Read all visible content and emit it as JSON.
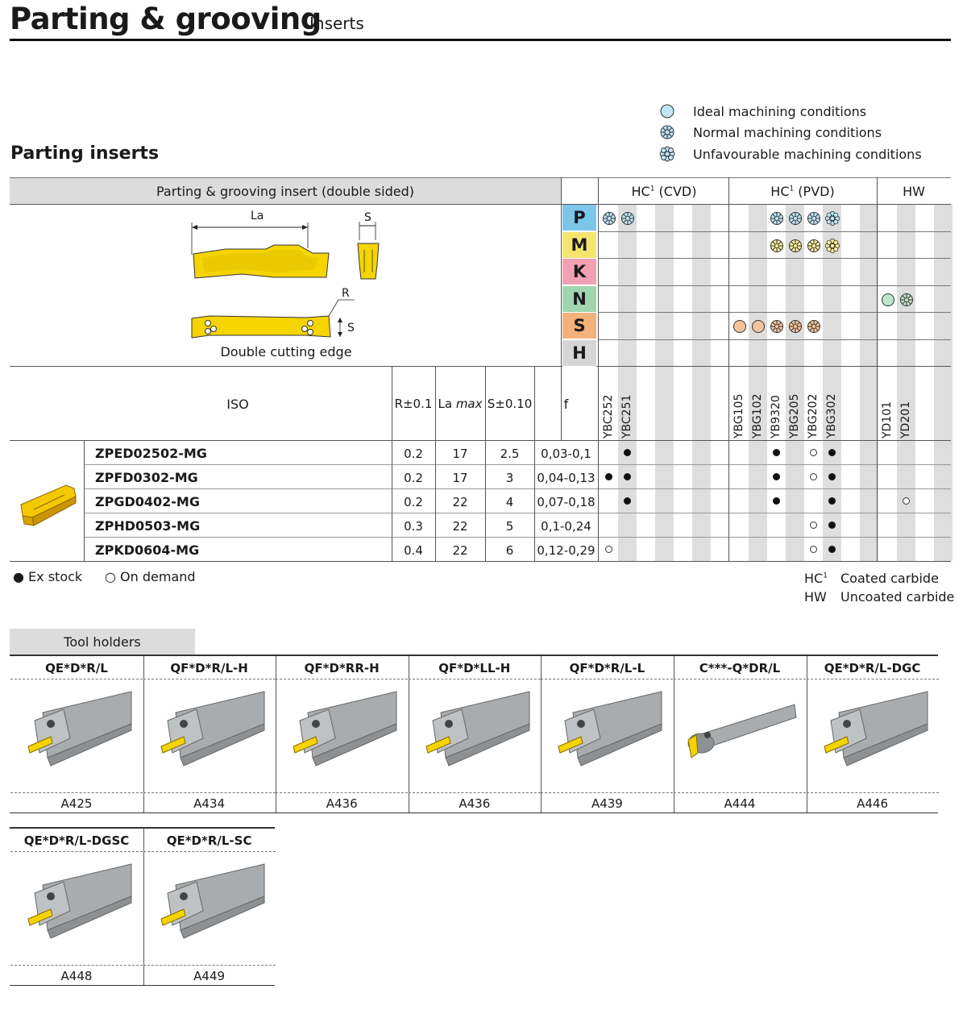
{
  "header": {
    "title": "Parting & grooving",
    "subtitle": "Inserts"
  },
  "section_title": "Parting inserts",
  "legend": [
    {
      "label": "Ideal machining conditions",
      "icon": "ideal-circle-icon"
    },
    {
      "label": "Normal machining conditions",
      "icon": "normal-flower-icon"
    },
    {
      "label": "Unfavourable machining conditions",
      "icon": "unfavourable-flower-icon"
    }
  ],
  "table": {
    "insert_header": "Parting & grooving insert (double sided)",
    "group_headers": {
      "cvd_base": "HC",
      "cvd_sup": "1",
      "cvd_rest": " (CVD)",
      "pvd_base": "HC",
      "pvd_sup": "1",
      "pvd_rest": " (PVD)",
      "hw": "HW"
    },
    "drawing_labels": {
      "la": "La",
      "s_top": "S",
      "r": "R",
      "s_side": "S",
      "edge": "Double cutting edge"
    },
    "materials": [
      {
        "letter": "P",
        "color": "#7cc6ea"
      },
      {
        "letter": "M",
        "color": "#f5e56e"
      },
      {
        "letter": "K",
        "color": "#f2a1b4"
      },
      {
        "letter": "N",
        "color": "#9fd6b0"
      },
      {
        "letter": "S",
        "color": "#f2b27a"
      },
      {
        "letter": "H",
        "color": "#d6d6d6"
      }
    ],
    "col_headers": {
      "iso": "ISO",
      "r": "R±0.1",
      "la_a": "La ",
      "la_b": "max",
      "s": "S±0.10",
      "f": "f"
    },
    "grades": [
      "YBC252",
      "YBC251",
      "YBG105",
      "YBG102",
      "YB9320",
      "YBG205",
      "YBG202",
      "YBG302",
      "YD101",
      "YD201"
    ],
    "rows": [
      {
        "iso": "ZPED02502-MG",
        "r": "0.2",
        "la": "17",
        "s": "2.5",
        "f": "0,03-0,1"
      },
      {
        "iso": "ZPFD0302-MG",
        "r": "0.2",
        "la": "17",
        "s": "3",
        "f": "0,04-0,13"
      },
      {
        "iso": "ZPGD0402-MG",
        "r": "0.2",
        "la": "22",
        "s": "4",
        "f": "0,07-0,18"
      },
      {
        "iso": "ZPHD0503-MG",
        "r": "0.3",
        "la": "22",
        "s": "5",
        "f": "0,1-0,24"
      },
      {
        "iso": "ZPKD0604-MG",
        "r": "0.4",
        "la": "22",
        "s": "6",
        "f": "0,12-0,29"
      }
    ],
    "availability": [
      [
        "",
        "ex",
        "",
        "",
        "ex",
        "",
        "od",
        "ex",
        "",
        ""
      ],
      [
        "ex",
        "ex",
        "",
        "",
        "ex",
        "",
        "od",
        "ex",
        "",
        ""
      ],
      [
        "",
        "ex",
        "",
        "",
        "ex",
        "",
        "",
        "ex",
        "",
        "od"
      ],
      [
        "",
        "",
        "",
        "",
        "",
        "",
        "od",
        "ex",
        "",
        ""
      ],
      [
        "od",
        "",
        "",
        "",
        "",
        "",
        "od",
        "ex",
        "",
        ""
      ]
    ]
  },
  "footnotes": {
    "ex_stock": "● Ex stock",
    "on_demand": "○ On demand",
    "hc_base": "HC",
    "hc_sup": "1",
    "hc_desc": "Coated carbide",
    "hw": "HW",
    "hw_desc": "Uncoated carbide"
  },
  "holders_title": "Tool holders",
  "holders": [
    {
      "name": "QE*D*R/L",
      "page": "A425"
    },
    {
      "name": "QF*D*R/L-H",
      "page": "A434"
    },
    {
      "name": "QF*D*RR-H",
      "page": "A436"
    },
    {
      "name": "QF*D*LL-H",
      "page": "A436"
    },
    {
      "name": "QF*D*R/L-L",
      "page": "A439"
    },
    {
      "name": "C***-Q*DR/L",
      "page": "A444"
    },
    {
      "name": "QE*D*R/L-DGC",
      "page": "A446"
    },
    {
      "name": "QE*D*R/L-DGSC",
      "page": "A448"
    },
    {
      "name": "QE*D*R/L-SC",
      "page": "A449"
    }
  ],
  "colors": {
    "insert_yellow": "#f5d400",
    "header_grey": "#dcdcdc",
    "steel": "#a9acae"
  }
}
